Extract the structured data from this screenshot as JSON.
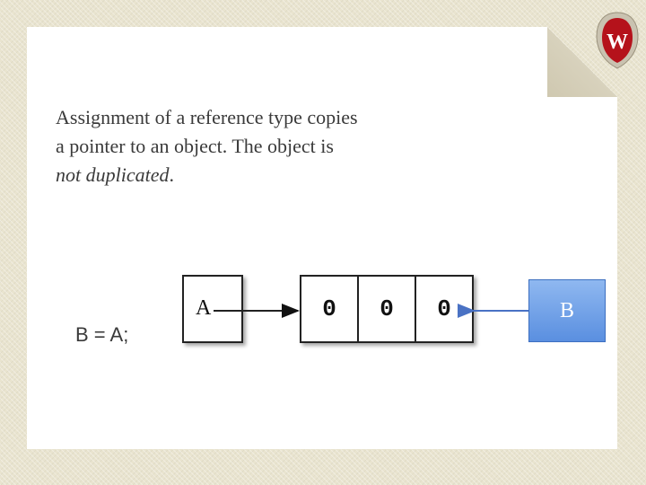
{
  "text": {
    "line1": "Assignment of a reference type copies",
    "line2": "a pointer to an object. The object is",
    "line3_italic": "not duplicated",
    "line3_end": "."
  },
  "code": "B = A;",
  "diagram": {
    "var_a": "A",
    "array_values": [
      "0",
      "0",
      "0"
    ],
    "var_b": "B",
    "colors": {
      "b_fill": "#5a8fe0",
      "b_arrow": "#4a72c4"
    }
  },
  "logo": {
    "icon": "university-crest-icon",
    "letter": "W",
    "color": "#b5121b"
  }
}
